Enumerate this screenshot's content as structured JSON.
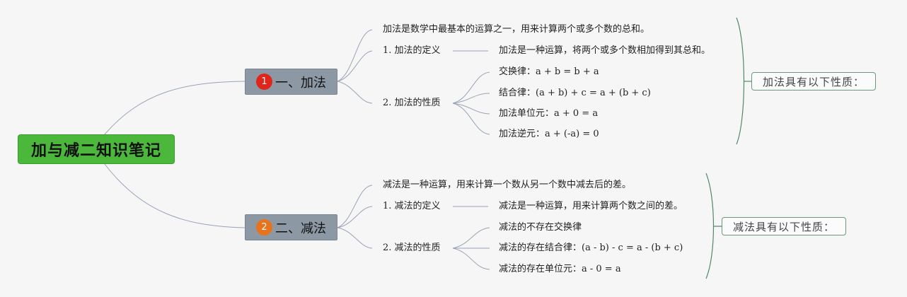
{
  "root": {
    "label": "加与减二知识笔记"
  },
  "branches": [
    {
      "number": "1",
      "badge_color": "#e0261a",
      "label": "一、加法",
      "intro": "加法是数学中最基本的运算之一，用来计算两个或多个数的总和。",
      "definition": {
        "label": "1. 加法的定义",
        "detail": "加法是一种运算，将两个或多个数相加得到其总和。"
      },
      "properties": {
        "label": "2. 加法的性质",
        "items": [
          "交换律：a + b = b + a",
          "结合律：(a + b) + c = a + (b + c)",
          "加法单位元：a + 0 = a",
          "加法逆元：a + (-a) = 0"
        ]
      },
      "summary": "加法具有以下性质："
    },
    {
      "number": "2",
      "badge_color": "#e8731c",
      "label": "二、减法",
      "intro": "减法是一种运算，用来计算一个数从另一个数中减去后的差。",
      "definition": {
        "label": "1. 减法的定义",
        "detail": "减法是一种运算，用来计算两个数之间的差。"
      },
      "properties": {
        "label": "2. 减法的性质",
        "items": [
          "减法的不存在交换律",
          "减法的存在结合律：(a - b) - c = a - (b + c)",
          "减法的存在单位元：a - 0 = a"
        ]
      },
      "summary": "减法具有以下性质："
    }
  ],
  "colors": {
    "root_fill": "#4bb83c",
    "branch_fill": "#8c98a4",
    "connector": "#9aa3b5",
    "bracket": "#4f8a68"
  }
}
